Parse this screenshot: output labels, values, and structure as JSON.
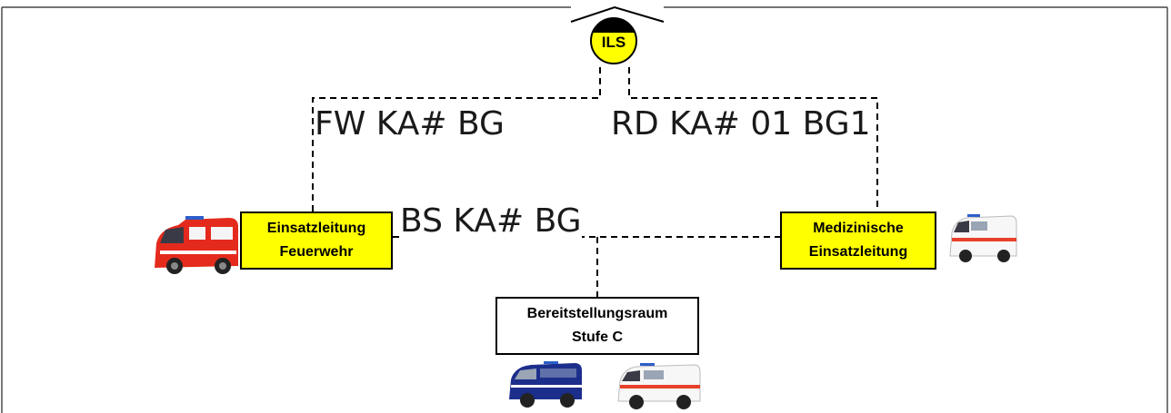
{
  "hub": {
    "label": "ILS"
  },
  "channels": {
    "fire": "FW KA# BG",
    "ems": "RD KA# 01 BG1",
    "staging": "BS KA# BG"
  },
  "units": {
    "fire_command": {
      "line1": "Einsatzleitung",
      "line2": "Feuerwehr"
    },
    "medical_command": {
      "line1": "Medizinische",
      "line2": "Einsatzleitung"
    },
    "staging_area": {
      "line1": "Bereitstellungsraum",
      "line2": "Stufe C"
    }
  },
  "colors": {
    "command_box_fill": "#ffff00",
    "staging_box_fill": "#ffffff",
    "hub_fill": "#ffff00",
    "fire_vehicle": "#e42a1c",
    "ambulance_stripe": "#e8402a",
    "thw_vehicle": "#1c2e8c"
  },
  "icons": [
    "ils-dispatch-icon",
    "fire-command-vehicle-icon",
    "ambulance-icon",
    "thw-van-icon"
  ]
}
